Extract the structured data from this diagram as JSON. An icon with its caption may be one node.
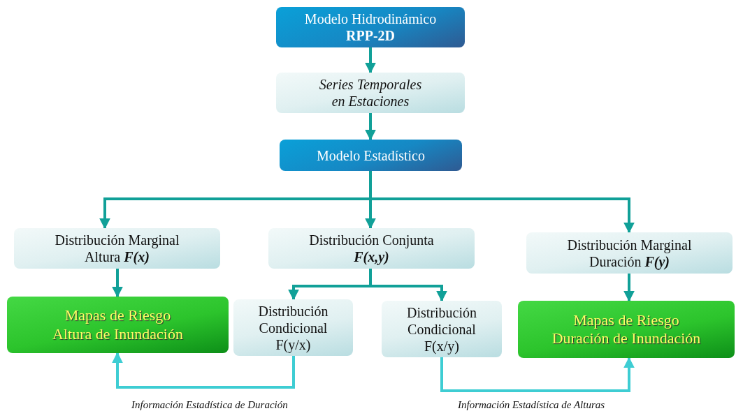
{
  "diagram": {
    "nodes": [
      {
        "text": [
          "Modelo Hidrodinámico **RPP-2D**"
        ]
      },
      {
        "text": [
          "Series Temporales en Estaciones"
        ]
      },
      {
        "text": [
          "Modelo Estadístico"
        ]
      },
      {
        "text": [
          "Distribución Marginal Altura **F(x)**"
        ]
      },
      {
        "text": [
          "Distribución Conjunta **F(x,y)**"
        ]
      },
      {
        "text": [
          "Distribución Marginal Duración **F(y)**"
        ]
      },
      {
        "text": [
          "Mapas de Riesgo Altura de Inundación"
        ]
      },
      {
        "text": [
          "Distribución Condicional F(y/x)"
        ]
      },
      {
        "text": [
          "Distribución Condicional F(x/y)"
        ]
      },
      {
        "text": [
          "Mapas de Riesgo Duración de Inundación"
        ]
      }
    ],
    "edges": [
      {
        "from": 0,
        "to": 1,
        "arrow": "to"
      },
      {
        "from": 1,
        "to": 2,
        "arrow": "to"
      },
      {
        "from": 2,
        "to": 3,
        "arrow": "to"
      },
      {
        "from": 2,
        "to": 4,
        "arrow": "to"
      },
      {
        "from": 2,
        "to": 5,
        "arrow": "to"
      },
      {
        "from": 3,
        "to": 6,
        "arrow": "to"
      },
      {
        "from": 4,
        "to": 7,
        "arrow": "to"
      },
      {
        "from": 4,
        "to": 8,
        "arrow": "to"
      },
      {
        "from": 5,
        "to": 9,
        "arrow": "to"
      },
      {
        "from": 7,
        "to": 6,
        "arrow": "to",
        "label": "Información Estadística de Duración",
        "color": "#3ecdd3"
      },
      {
        "from": 8,
        "to": 9,
        "arrow": "to",
        "label": "Información Estadística de Alturas",
        "color": "#3ecdd3"
      }
    ]
  }
}
